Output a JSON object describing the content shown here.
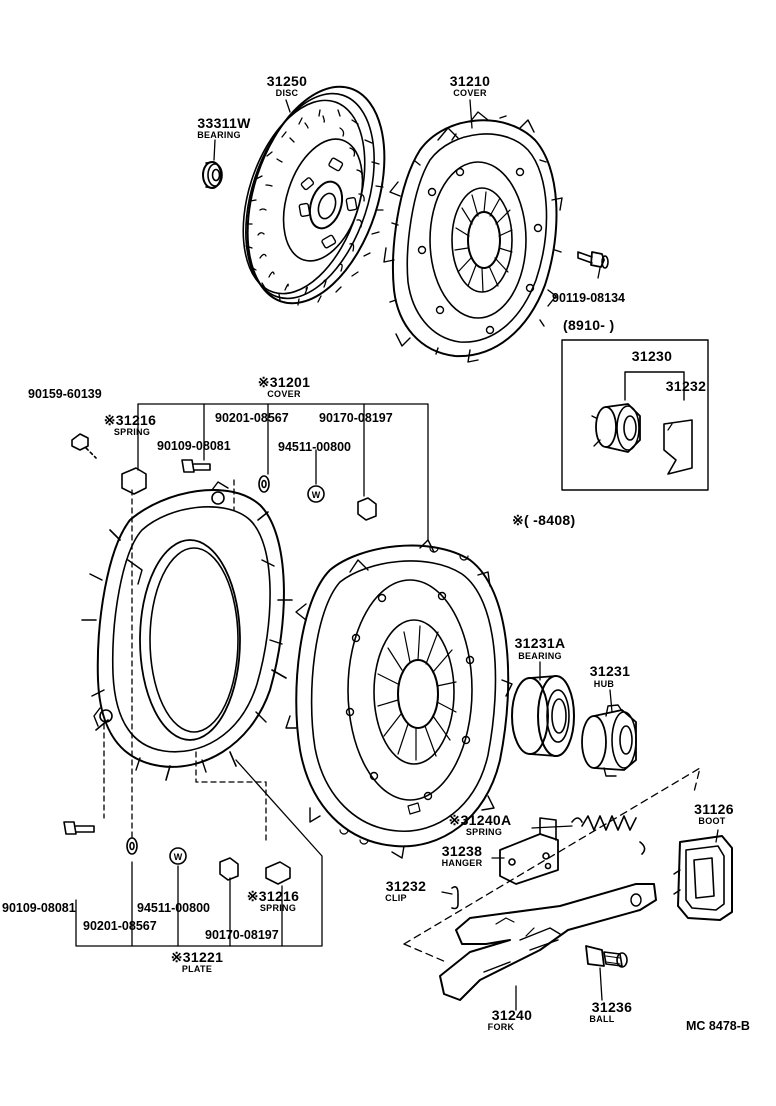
{
  "diagram": {
    "code": "MC 8478-B",
    "callouts": [
      {
        "id": "disc",
        "number": "31250",
        "name": "DISC"
      },
      {
        "id": "cover_top",
        "number": "31210",
        "name": "COVER"
      },
      {
        "id": "bearing_pilot",
        "number": "33311W",
        "name": "BEARING"
      },
      {
        "id": "bolt_top",
        "number": "90119-08134",
        "name": ""
      },
      {
        "id": "date_range_1",
        "number": "(8910-      )",
        "name": ""
      },
      {
        "id": "release_assy",
        "number": "31230",
        "name": ""
      },
      {
        "id": "clip_top",
        "number": "31232",
        "name": ""
      },
      {
        "id": "bolt_a",
        "number": "90159-60139",
        "name": ""
      },
      {
        "id": "cover_assy",
        "number": "※31201",
        "name": "COVER"
      },
      {
        "id": "spring_top",
        "number": "※31216",
        "name": "SPRING"
      },
      {
        "id": "washer_a",
        "number": "90201-08567",
        "name": ""
      },
      {
        "id": "nut_a",
        "number": "90170-08197",
        "name": ""
      },
      {
        "id": "bolt_b",
        "number": "90109-08081",
        "name": ""
      },
      {
        "id": "washer_b",
        "number": "94511-00800",
        "name": ""
      },
      {
        "id": "date_range_2",
        "number": "※(      -8408)",
        "name": ""
      },
      {
        "id": "release_bearing",
        "number": "31231A",
        "name": "BEARING"
      },
      {
        "id": "hub",
        "number": "31231",
        "name": "HUB"
      },
      {
        "id": "boot",
        "number": "31126",
        "name": "BOOT"
      },
      {
        "id": "spring_mid",
        "number": "※31240A",
        "name": "SPRING"
      },
      {
        "id": "hanger",
        "number": "31238",
        "name": "HANGER"
      },
      {
        "id": "clip_bottom",
        "number": "31232",
        "name": "CLIP"
      },
      {
        "id": "bolt_c",
        "number": "90109-08081",
        "name": ""
      },
      {
        "id": "washer_c",
        "number": "94511-00800",
        "name": ""
      },
      {
        "id": "washer_d",
        "number": "90201-08567",
        "name": ""
      },
      {
        "id": "spring_bottom",
        "number": "※31216",
        "name": "SPRING"
      },
      {
        "id": "nut_b",
        "number": "90170-08197",
        "name": ""
      },
      {
        "id": "plate",
        "number": "※31221",
        "name": "PLATE"
      },
      {
        "id": "fork",
        "number": "31240",
        "name": "FORK"
      },
      {
        "id": "ball",
        "number": "31236",
        "name": "BALL"
      }
    ]
  }
}
